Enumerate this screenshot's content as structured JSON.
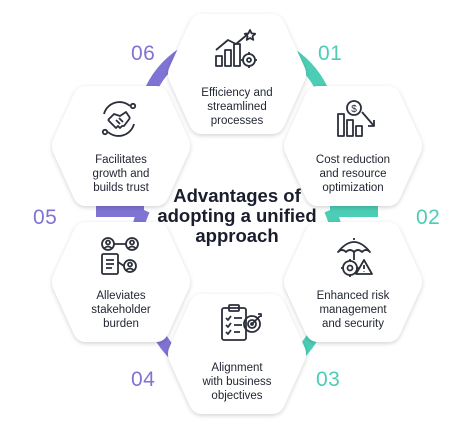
{
  "center_title": "Advantages of\nadopting a unified\napproach",
  "colors": {
    "teal": "#4ccdb5",
    "purple": "#7f73d4",
    "text": "#1f2430",
    "icon": "#2a2f3a"
  },
  "items": [
    {
      "number": "01",
      "label": "Efficiency and\nstreamlined\nprocesses",
      "icon": "growth-chart-gear-icon"
    },
    {
      "number": "02",
      "label": "Cost reduction\nand resource\noptimization",
      "icon": "cost-reduction-icon"
    },
    {
      "number": "03",
      "label": "Enhanced risk\nmanagement\nand security",
      "icon": "umbrella-risk-icon"
    },
    {
      "number": "04",
      "label": "Alignment\nwith business\nobjectives",
      "icon": "checklist-target-icon"
    },
    {
      "number": "05",
      "label": "Alleviates\nstakeholder\nburden",
      "icon": "stakeholders-icon"
    },
    {
      "number": "06",
      "label": "Facilitates\ngrowth and\nbuilds trust",
      "icon": "handshake-icon"
    }
  ]
}
